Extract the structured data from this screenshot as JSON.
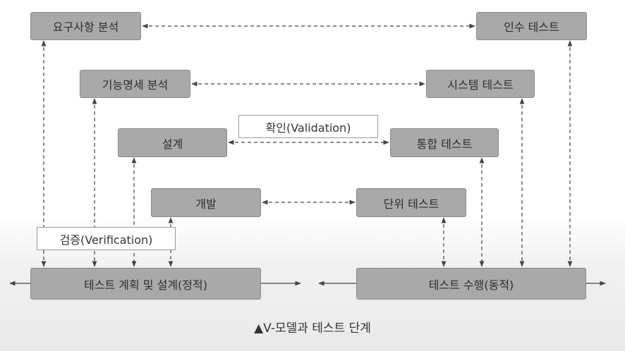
{
  "boxes": {
    "requirements_analysis": "요구사항 분석",
    "functional_spec_analysis": "기능명세 분석",
    "design": "설계",
    "development": "개발",
    "acceptance_test": "인수 테스트",
    "system_test": "시스템 테스트",
    "integration_test": "통합 테스트",
    "unit_test": "단위 테스트",
    "test_planning": "테스트 계획 및 설계(정적)",
    "test_execution": "테스트 수행(동적)"
  },
  "labels": {
    "validation": "확인(Validation)",
    "verification": "검증(Verification)"
  },
  "caption": "▲V-모델과 테스트 단계",
  "colors": {
    "box_fill": "#a9a9a9",
    "line": "#444444"
  }
}
